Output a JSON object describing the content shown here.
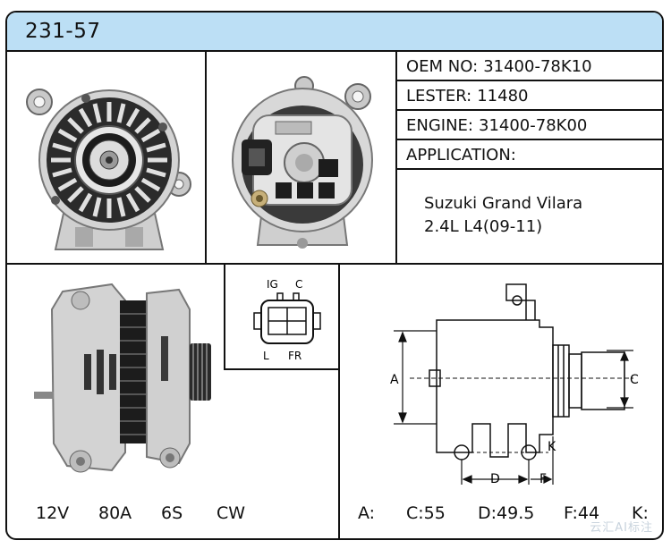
{
  "header": {
    "part_number": "231-57"
  },
  "specs": [
    {
      "label": "OEM NO:",
      "value": "31400-78K10"
    },
    {
      "label": "LESTER:",
      "value": "11480"
    },
    {
      "label": "ENGINE:",
      "value": "31400-78K00"
    },
    {
      "label": "APPLICATION:",
      "value": ""
    }
  ],
  "application": {
    "line1": "Suzuki Grand Vilara",
    "line2": "2.4L L4(09-11)"
  },
  "connector": {
    "pin_ig": "IG",
    "pin_c": "C",
    "pin_l": "L",
    "pin_fr": "FR"
  },
  "diagram": {
    "label_a": "A",
    "label_c": "C",
    "label_d": "D",
    "label_f": "F",
    "label_k": "K"
  },
  "electrical": {
    "voltage": "12V",
    "amperage": "80A",
    "pulley": "6S",
    "rotation": "CW"
  },
  "dimensions": {
    "a": "A:",
    "c": "C:55",
    "d": "D:49.5",
    "f": "F:44",
    "k": "K:"
  },
  "watermark": "云汇AI标注"
}
